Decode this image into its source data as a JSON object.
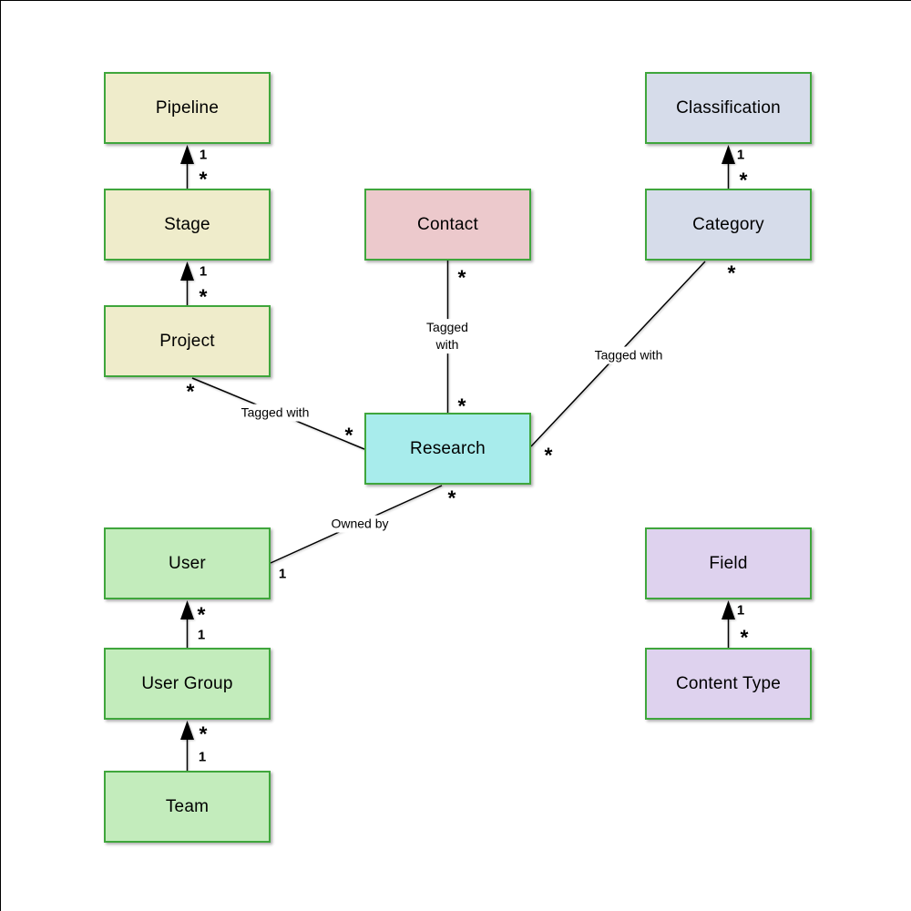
{
  "palette": {
    "border_green": "#3fa63c",
    "beige": "#efeccb",
    "pink": "#ecc9cc",
    "blue": "#d6dcea",
    "cyan": "#a8ecec",
    "green": "#c3ecbc",
    "purple": "#ded2ee",
    "line_black": "#000000",
    "background": "#ffffff"
  },
  "entities": [
    {
      "id": "pipeline",
      "label": "Pipeline",
      "color": "beige"
    },
    {
      "id": "stage",
      "label": "Stage",
      "color": "beige"
    },
    {
      "id": "project",
      "label": "Project",
      "color": "beige"
    },
    {
      "id": "contact",
      "label": "Contact",
      "color": "pink"
    },
    {
      "id": "classification",
      "label": "Classification",
      "color": "blue"
    },
    {
      "id": "category",
      "label": "Category",
      "color": "blue"
    },
    {
      "id": "research",
      "label": "Research",
      "color": "cyan"
    },
    {
      "id": "user",
      "label": "User",
      "color": "green"
    },
    {
      "id": "field",
      "label": "Field",
      "color": "purple"
    },
    {
      "id": "user_group",
      "label": "User Group",
      "color": "green"
    },
    {
      "id": "content_type",
      "label": "Content Type",
      "color": "purple"
    },
    {
      "id": "team",
      "label": "Team",
      "color": "green"
    }
  ],
  "relationships": [
    {
      "from": "Stage",
      "to": "Pipeline",
      "type": "arrow",
      "from_card": "*",
      "to_card": "1",
      "label": ""
    },
    {
      "from": "Project",
      "to": "Stage",
      "type": "arrow",
      "from_card": "*",
      "to_card": "1",
      "label": ""
    },
    {
      "from": "Category",
      "to": "Classification",
      "type": "arrow",
      "from_card": "*",
      "to_card": "1",
      "label": ""
    },
    {
      "from": "Content Type",
      "to": "Field",
      "type": "arrow",
      "from_card": "*",
      "to_card": "1",
      "label": ""
    },
    {
      "from": "User Group",
      "to": "User",
      "type": "arrow",
      "from_card": "1",
      "to_card": "*",
      "label": ""
    },
    {
      "from": "Team",
      "to": "User Group",
      "type": "arrow",
      "from_card": "1",
      "to_card": "*",
      "label": ""
    },
    {
      "from": "Contact",
      "to": "Research",
      "type": "line",
      "from_card": "*",
      "to_card": "*",
      "label": "Tagged with"
    },
    {
      "from": "Project",
      "to": "Research",
      "type": "line",
      "from_card": "*",
      "to_card": "*",
      "label": "Tagged with"
    },
    {
      "from": "Category",
      "to": "Research",
      "type": "line",
      "from_card": "*",
      "to_card": "*",
      "label": "Tagged with"
    },
    {
      "from": "User",
      "to": "Research",
      "type": "line",
      "from_card": "1",
      "to_card": "*",
      "label": "Owned by"
    }
  ]
}
